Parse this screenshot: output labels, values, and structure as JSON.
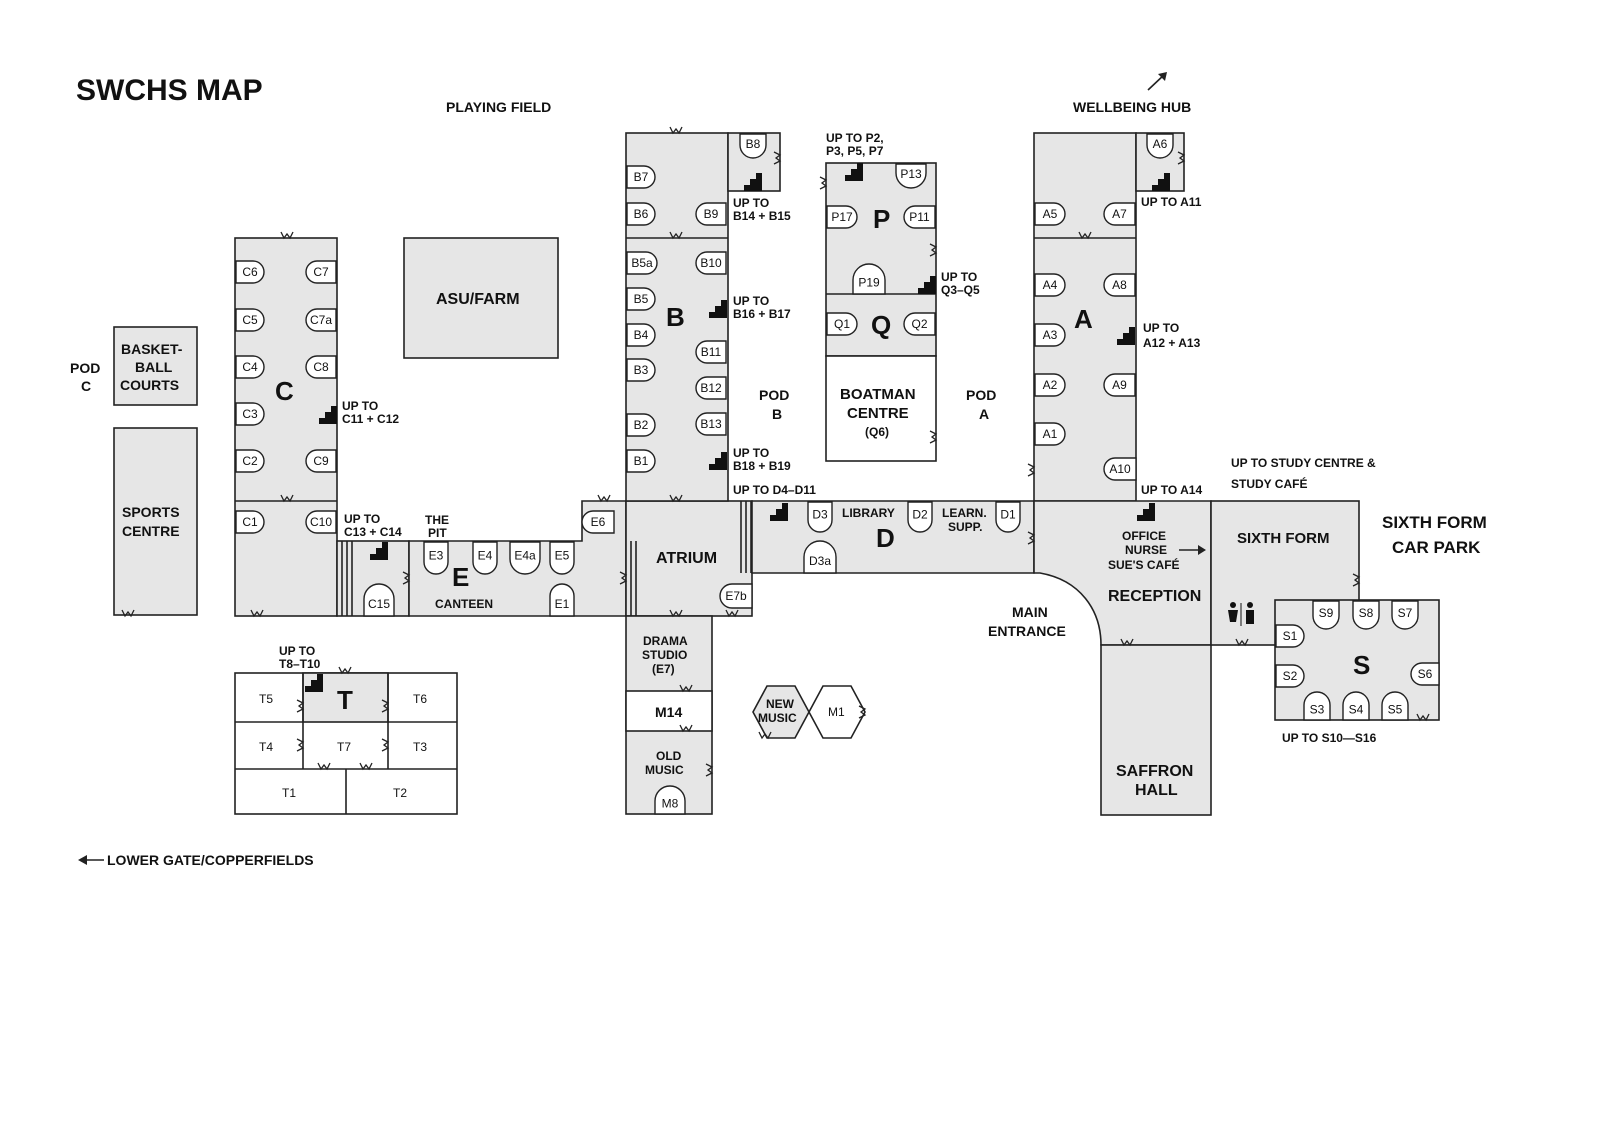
{
  "title": "SWCHS MAP",
  "outside": {
    "playing_field": "PLAYING FIELD",
    "wellbeing_hub": "WELLBEING HUB",
    "lower_gate": "LOWER GATE/COPPERFIELDS",
    "sixth_form_car_park_1": "SIXTH FORM",
    "sixth_form_car_park_2": "CAR PARK",
    "main_entrance_1": "MAIN",
    "main_entrance_2": "ENTRANCE",
    "pod_c_1": "POD",
    "pod_c_2": "C",
    "pod_b_1": "POD",
    "pod_b_2": "B",
    "pod_a_1": "POD",
    "pod_a_2": "A"
  },
  "buildings": {
    "basketball_1": "BASKET-",
    "basketball_2": "BALL",
    "basketball_3": "COURTS",
    "sports_1": "SPORTS",
    "sports_2": "CENTRE",
    "asu": "ASU/FARM",
    "boatman_1": "BOATMAN",
    "boatman_2": "CENTRE",
    "boatman_3": "(Q6)",
    "atrium": "ATRIUM",
    "canteen": "CANTEEN",
    "the_pit_1": "THE",
    "the_pit_2": "PIT",
    "library": "LIBRARY",
    "learn_1": "LEARN.",
    "learn_2": "SUPP.",
    "office_1": "OFFICE",
    "office_2": "NURSE",
    "office_3": "SUE'S CAFÉ",
    "reception": "RECEPTION",
    "sixth_form": "SIXTH FORM",
    "saffron_1": "SAFFRON",
    "saffron_2": "HALL",
    "drama_1": "DRAMA",
    "drama_2": "STUDIO",
    "drama_3": "(E7)",
    "old_music_1": "OLD",
    "old_music_2": "MUSIC",
    "new_music_1": "NEW",
    "new_music_2": "MUSIC"
  },
  "block_letters": {
    "A": "A",
    "B": "B",
    "C": "C",
    "D": "D",
    "E": "E",
    "P": "P",
    "Q": "Q",
    "S": "S",
    "T": "T"
  },
  "stairs": {
    "b14": [
      "UP TO",
      "B14 + B15"
    ],
    "b16": [
      "UP TO",
      "B16 + B17"
    ],
    "b18": [
      "UP TO",
      "B18 + B19"
    ],
    "d4": "UP TO D4–D11",
    "p2": [
      "UP TO P2,",
      "P3, P5, P7"
    ],
    "q3": [
      "UP TO",
      "Q3–Q5"
    ],
    "a11": "UP TO A11",
    "a12": [
      "UP TO",
      "A12 + A13"
    ],
    "a14": "UP TO A14",
    "c11": [
      "UP TO",
      "C11 + C12"
    ],
    "c13": [
      "UP TO",
      "C13 + C14"
    ],
    "t8": [
      "UP TO",
      "T8–T10"
    ],
    "study": [
      "UP TO STUDY CENTRE &",
      "STUDY CAFÉ"
    ],
    "s10": "UP TO S10—S16"
  },
  "rooms": {
    "C": [
      "C6",
      "C7",
      "C5",
      "C7a",
      "C4",
      "C8",
      "C3",
      "C2",
      "C9",
      "C1",
      "C10",
      "C15"
    ],
    "B": [
      "B8",
      "B7",
      "B6",
      "B9",
      "B5a",
      "B10",
      "B5",
      "B4",
      "B11",
      "B3",
      "B12",
      "B2",
      "B13",
      "B1"
    ],
    "P": [
      "P13",
      "P17",
      "P11",
      "P19"
    ],
    "Q": [
      "Q1",
      "Q2"
    ],
    "A": [
      "A6",
      "A5",
      "A7",
      "A4",
      "A8",
      "A3",
      "A2",
      "A9",
      "A1",
      "A10"
    ],
    "E": [
      "E6",
      "E3",
      "E4",
      "E4a",
      "E5",
      "E1",
      "E7b"
    ],
    "D": [
      "D3",
      "D2",
      "D1",
      "D3a"
    ],
    "S": [
      "S9",
      "S8",
      "S7",
      "S1",
      "S2",
      "S6",
      "S3",
      "S4",
      "S5"
    ],
    "T": [
      "T5",
      "T6",
      "T4",
      "T7",
      "T3",
      "T1",
      "T2"
    ],
    "M": [
      "M14",
      "M8",
      "M1"
    ]
  }
}
